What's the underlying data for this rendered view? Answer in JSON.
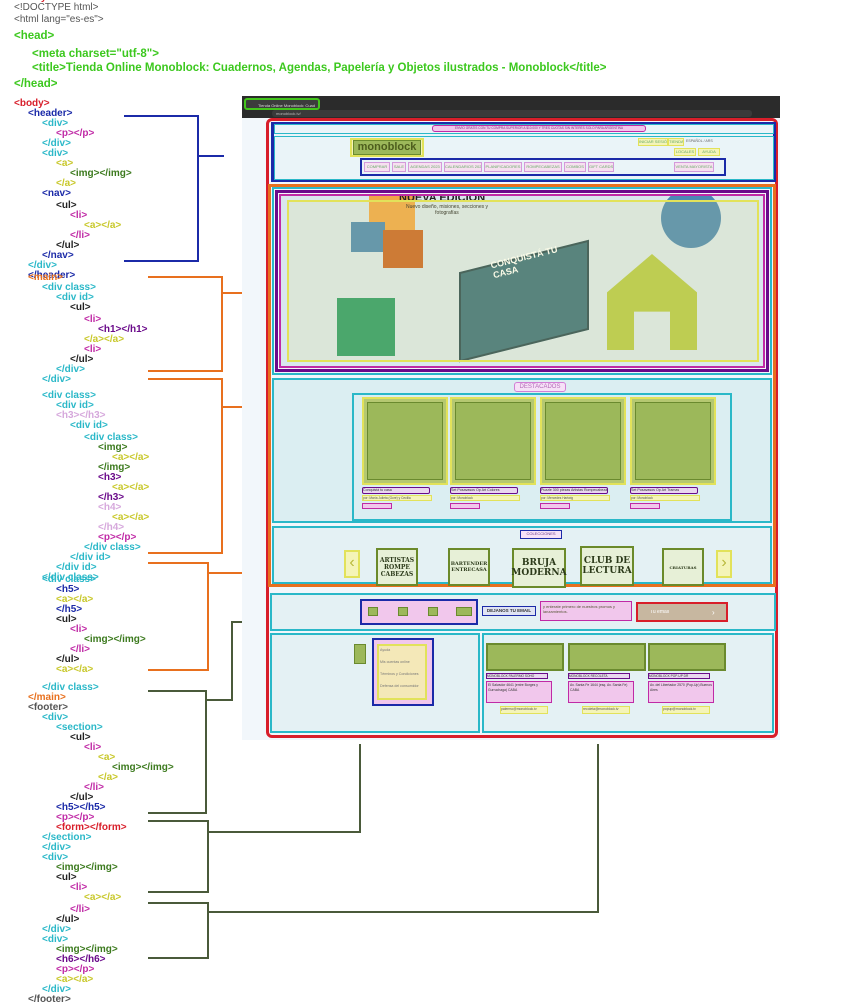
{
  "code_lines": [
    {
      "text": "<!DOCTYPE html>",
      "color": "#555555"
    },
    {
      "text": "<html lang=\"es-es\">",
      "color": "#555555"
    },
    {
      "text": "<head>",
      "color": "#3cc81e"
    },
    {
      "text": "<meta charset=\"utf-8\">",
      "color": "#3cc81e"
    },
    {
      "text": "<title>Tienda Online Monoblock: Cuadernos, Agendas, Papelería y Objetos ilustrados - Monoblock</title>",
      "color": "#3cc81e"
    },
    {
      "text": "</head>",
      "color": "#3cc81e"
    },
    {
      "text": "<body>",
      "color": "#d81e2a"
    },
    {
      "text": "<header>",
      "color": "#1b2aa8"
    },
    {
      "text": "<div>",
      "color": "#2ab8c8"
    },
    {
      "text": "<p></p>",
      "color": "#c02aa6"
    },
    {
      "text": "</div>",
      "color": "#2ab8c8"
    },
    {
      "text": "<div>",
      "color": "#2ab8c8"
    },
    {
      "text": "<a>",
      "color": "#c8c82a"
    },
    {
      "text": "<img></img>",
      "color": "#3c7a1e"
    },
    {
      "text": "</a>",
      "color": "#c8c82a"
    },
    {
      "text": "<nav>",
      "color": "#1b2aa8"
    },
    {
      "text": "<ul>",
      "color": "#222222"
    },
    {
      "text": "<li>",
      "color": "#c02aa6"
    },
    {
      "text": "<a></a>",
      "color": "#c8c82a"
    },
    {
      "text": "</li>",
      "color": "#c02aa6"
    },
    {
      "text": "</ul>",
      "color": "#222222"
    },
    {
      "text": "</nav>",
      "color": "#1b2aa8"
    },
    {
      "text": "</div>",
      "color": "#2ab8c8"
    },
    {
      "text": "</header>",
      "color": "#1b2aa8"
    },
    {
      "text": "<main>",
      "color": "#e8701e"
    },
    {
      "text": "<div class>",
      "color": "#2ab8c8"
    },
    {
      "text": "<div id>",
      "color": "#2ab8c8"
    },
    {
      "text": "<ul>",
      "color": "#222222"
    },
    {
      "text": "<li>",
      "color": "#c02aa6"
    },
    {
      "text": "<h1></h1>",
      "color": "#6a0a8a"
    },
    {
      "text": "</a></a>",
      "color": "#c8c82a"
    },
    {
      "text": "<li>",
      "color": "#c02aa6"
    },
    {
      "text": "</ul>",
      "color": "#222222"
    },
    {
      "text": "</div>",
      "color": "#2ab8c8"
    },
    {
      "text": "</div>",
      "color": "#2ab8c8"
    },
    {
      "text": "<div class>",
      "color": "#2ab8c8"
    },
    {
      "text": "<div id>",
      "color": "#2ab8c8"
    },
    {
      "text": "<h3></h3>",
      "color": "#d6a8dc"
    },
    {
      "text": "<div id>",
      "color": "#2ab8c8"
    },
    {
      "text": "<div class>",
      "color": "#2ab8c8"
    },
    {
      "text": "<img>",
      "color": "#3c7a1e"
    },
    {
      "text": "<a></a>",
      "color": "#c8c82a"
    },
    {
      "text": "</img>",
      "color": "#3c7a1e"
    },
    {
      "text": "<h3>",
      "color": "#6a0a8a"
    },
    {
      "text": "<a></a>",
      "color": "#c8c82a"
    },
    {
      "text": "</h3>",
      "color": "#6a0a8a"
    },
    {
      "text": "<h4>",
      "color": "#d6a8dc"
    },
    {
      "text": "<a></a>",
      "color": "#c8c82a"
    },
    {
      "text": "</h4>",
      "color": "#d6a8dc"
    },
    {
      "text": "<p></p>",
      "color": "#c02aa6"
    },
    {
      "text": "</div class>",
      "color": "#2ab8c8"
    },
    {
      "text": "</div id>",
      "color": "#2ab8c8"
    },
    {
      "text": "</div id>",
      "color": "#2ab8c8"
    },
    {
      "text": "</div class>",
      "color": "#2ab8c8"
    },
    {
      "text": "<div class>",
      "color": "#2ab8c8"
    },
    {
      "text": "<h5>",
      "color": "#1b2aa8"
    },
    {
      "text": "<a></a>",
      "color": "#c8c82a"
    },
    {
      "text": "</h5>",
      "color": "#1b2aa8"
    },
    {
      "text": "<ul>",
      "color": "#222222"
    },
    {
      "text": "<li>",
      "color": "#c02aa6"
    },
    {
      "text": "<img></img>",
      "color": "#3c7a1e"
    },
    {
      "text": "</li>",
      "color": "#c02aa6"
    },
    {
      "text": "</ul>",
      "color": "#222222"
    },
    {
      "text": "<a></a>",
      "color": "#c8c82a"
    },
    {
      "text": "</div class>",
      "color": "#2ab8c8"
    },
    {
      "text": "</main>",
      "color": "#e8701e"
    },
    {
      "text": "<footer>",
      "color": "#555555"
    },
    {
      "text": "<div>",
      "color": "#2ab8c8"
    },
    {
      "text": "<section>",
      "color": "#2ab8c8"
    },
    {
      "text": "<ul>",
      "color": "#222222"
    },
    {
      "text": "<li>",
      "color": "#c02aa6"
    },
    {
      "text": "<a>",
      "color": "#c8c82a"
    },
    {
      "text": "<img></img>",
      "color": "#3c7a1e"
    },
    {
      "text": "</a>",
      "color": "#c8c82a"
    },
    {
      "text": "</li>",
      "color": "#c02aa6"
    },
    {
      "text": "</ul>",
      "color": "#222222"
    },
    {
      "text": "<h5></h5>",
      "color": "#1b2aa8"
    },
    {
      "text": "<p></p>",
      "color": "#c02aa6"
    },
    {
      "text": "<form></form>",
      "color": "#d81e2a"
    },
    {
      "text": "</section>",
      "color": "#2ab8c8"
    },
    {
      "text": "</div>",
      "color": "#2ab8c8"
    },
    {
      "text": "<div>",
      "color": "#2ab8c8"
    },
    {
      "text": "<img></img>",
      "color": "#3c7a1e"
    },
    {
      "text": "<ul>",
      "color": "#222222"
    },
    {
      "text": "<li>",
      "color": "#c02aa6"
    },
    {
      "text": "<a></a>",
      "color": "#c8c82a"
    },
    {
      "text": "</li>",
      "color": "#c02aa6"
    },
    {
      "text": "</ul>",
      "color": "#222222"
    },
    {
      "text": "</div>",
      "color": "#2ab8c8"
    },
    {
      "text": "<div>",
      "color": "#2ab8c8"
    },
    {
      "text": "<img></img>",
      "color": "#3c7a1e"
    },
    {
      "text": "<h6></h6>",
      "color": "#6a0a8a"
    },
    {
      "text": "<p></p>",
      "color": "#c02aa6"
    },
    {
      "text": "<a></a>",
      "color": "#c8c82a"
    },
    {
      "text": "</div>",
      "color": "#2ab8c8"
    },
    {
      "text": "</footer>",
      "color": "#555555"
    },
    {
      "text": "</body>",
      "color": "#d81e2a"
    },
    {
      "text": "</html>",
      "color": "#555555"
    }
  ],
  "colors": {
    "body": "#d81e2a",
    "header": "#1b2aa8",
    "main": "#e8701e",
    "footer": "#4a5a3a",
    "div": "#2ab8c8",
    "p": "#c02aa6",
    "a": "#c8c82a",
    "img": "#3c7a1e",
    "h1": "#6a0a8a",
    "title": "#3cc81e"
  },
  "browser": {
    "tab_title": "Tienda Online Monoblock: Cuad",
    "url": "monoblock.tv/"
  },
  "site": {
    "top_bar": "ENVÍO GRATIS CON TU COMPRA SUPERIOR A $10.000 Y TRES CUOTAS SIN INTERÉS SOLO PARA ARGENTINA",
    "logo": "monoblock",
    "lang": "ESPAÑOL / ARS",
    "header_links": [
      "INICIAR SESIÓN",
      "TIENDAS",
      "LOCALES",
      "AYUDA"
    ],
    "nav": [
      "COMPRAR",
      "SALE",
      "AGENDAS 2023",
      "CALENDARIOS 2023",
      "PLANIFICADORES",
      "ROMPECABEZAS",
      "COMBOS",
      "GIFT CARDS"
    ],
    "nav_right": "VENTA MAYORISTA",
    "hero_title": "NUEVA EDICIÓN",
    "hero_sub": "Nuevo diseño, misiones, secciones y fotografías",
    "hero_book": "CONQUISTÁ TU CASA",
    "featured_heading": "DESTACADOS",
    "products": [
      {
        "name": "Conquistá tu casa",
        "meta": "por: María Julieta (Gore) y Cecilia"
      },
      {
        "name": "Set Posavasos Op Art Colores",
        "meta": "por: Monoblock"
      },
      {
        "name": "Puzzle 300 piezas Artistas Rompecabezas - Bazar",
        "meta": "por: Mercedes Hartwig"
      },
      {
        "name": "Set Posavasos Op Art Tramas",
        "meta": "por: Monoblock"
      }
    ],
    "collections_heading": "COLECCIONES",
    "collections": [
      "ARTISTAS ROMPE CABEZAS",
      "BARTENDER ENTRECASA",
      "BRUJA MODERNA",
      "CLUB DE LECTURA",
      "CRIATURAS"
    ],
    "newsletter_heading": "DEJANOS TU EMAIL",
    "newsletter_text": "y enterate primero de nuestros promos y lanzamientos.",
    "newsletter_placeholder": "Tu email",
    "footer_links": [
      "Ayuda",
      "Mis cuentas online",
      "Términos y Condiciones",
      "Defensa del consumidor"
    ],
    "stores": [
      {
        "name": "MONOBLOCK PALERMO SOHO",
        "address": "El Salvador 4641 (entre Borges y Gurruchaga) CABA",
        "email": "palermo@monoblock.tv"
      },
      {
        "name": "MONOBLOCK RECOLETA",
        "address": "Av. Santa Fe 1644 (esq. Av. Santa Fe) CABA",
        "email": "recoleta@monoblock.tv"
      },
      {
        "name": "MONOBLOCK POP-UP DR",
        "address": "Av. del Libertador 2570 (Pop-Up) Buenos Aires",
        "email": "popup@monoblock.tv"
      }
    ]
  }
}
